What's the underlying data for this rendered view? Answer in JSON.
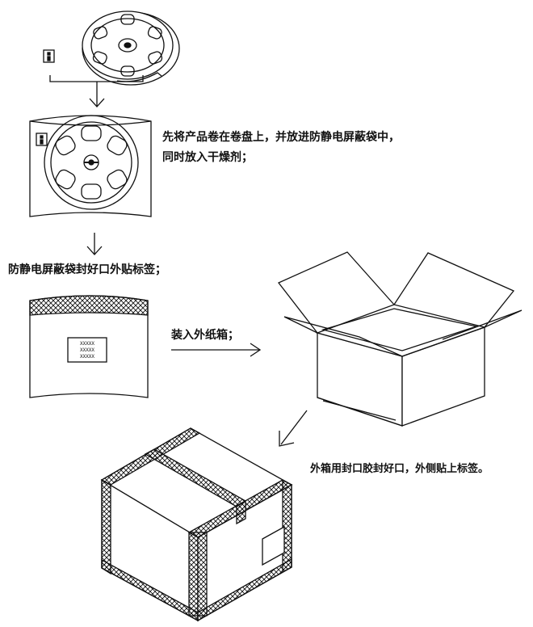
{
  "steps": {
    "step1_line1": "先将产品卷在卷盘上，并放进防静电屏蔽袋中，",
    "step1_line2": "同时放入干燥剂；",
    "step2": "防静电屏蔽袋封好口外贴标签；",
    "step3": "装入外纸箱；",
    "step4": "外箱用封口胶封好口，外侧贴上标签。"
  },
  "label_marks": [
    "XXXXX",
    "XXXXX",
    "XXXXX"
  ],
  "colors": {
    "line": "#111111",
    "background": "#ffffff"
  }
}
